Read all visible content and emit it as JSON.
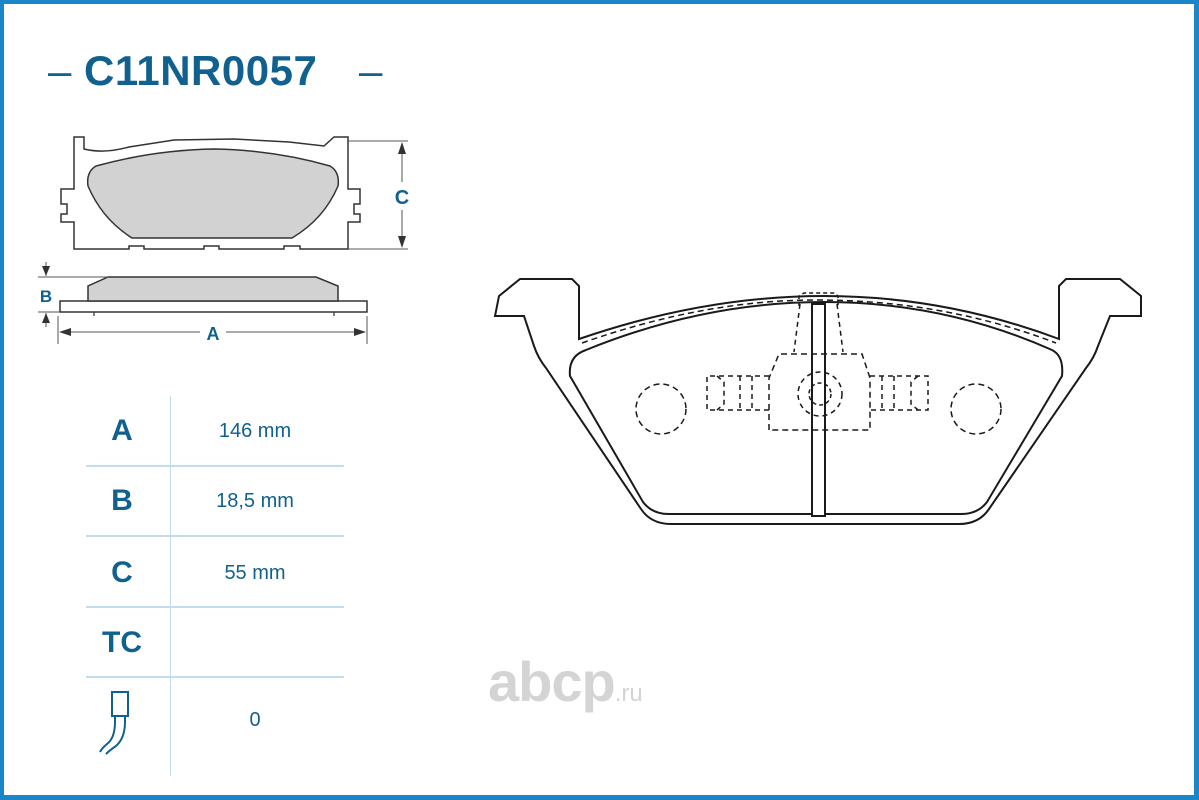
{
  "title": {
    "dash_left": "–",
    "code": "C11NR0057",
    "dash_right": "–"
  },
  "diagram_labels": {
    "height_label": "C",
    "thickness_label": "B",
    "width_label": "A"
  },
  "specs": [
    {
      "key": "A",
      "value": "146 mm"
    },
    {
      "key": "B",
      "value": "18,5 mm"
    },
    {
      "key": "C",
      "value": "55 mm"
    },
    {
      "key": "TC",
      "value": ""
    },
    {
      "key_icon": "wear-sensor-icon",
      "value": "0"
    }
  ],
  "watermark": {
    "brand": "abcp",
    "tld": ".ru"
  },
  "colors": {
    "frame": "#1a86c8",
    "accent": "#10618f",
    "pad_fill": "#d2d2d2",
    "table_line": "#c2dcec",
    "watermark": "#d4d4d4"
  }
}
